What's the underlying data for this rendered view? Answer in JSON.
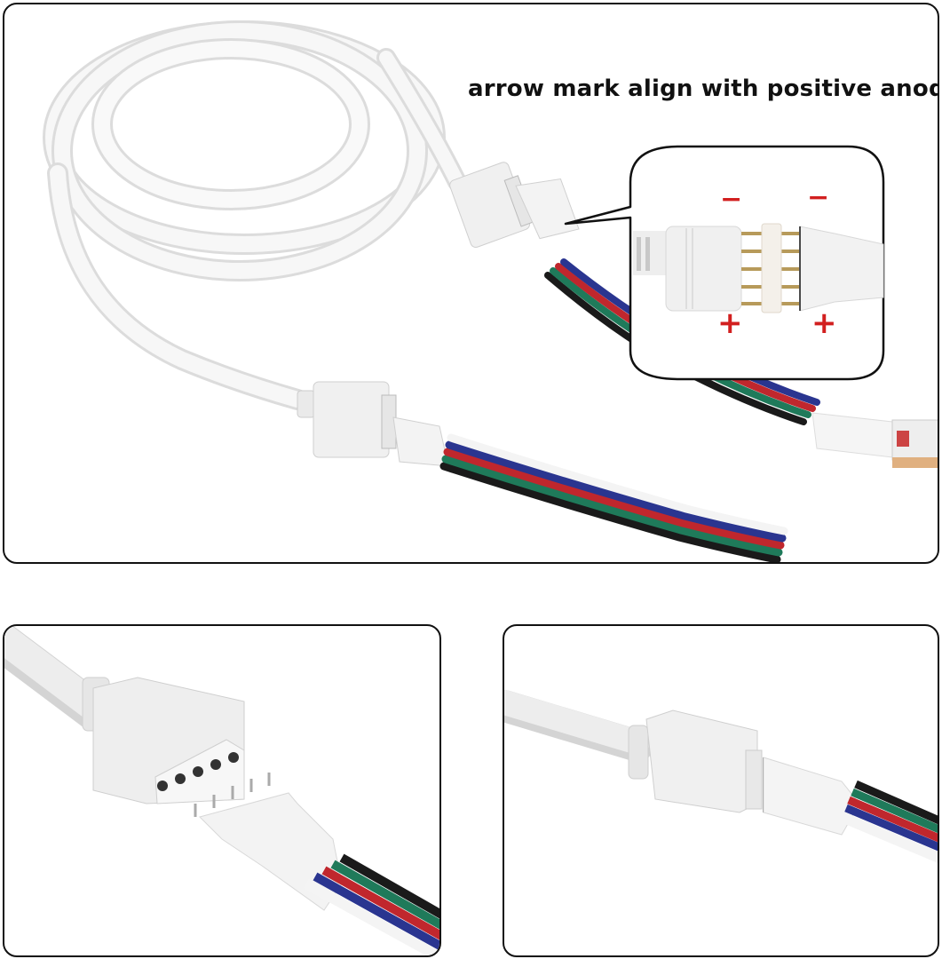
{
  "image": {
    "subject": "RGBW 5-pin LED strip connector extension cable",
    "panels": [
      {
        "id": "top",
        "description": "Coiled white extension cable with two 5-pin connectors and RGBW wires leading to LED strip"
      },
      {
        "id": "bottom-left",
        "description": "Female 5-pin connector separated from male pin connector with RGBW wires"
      },
      {
        "id": "bottom-right",
        "description": "Female 5-pin connector joined to male connector with RGBW wires"
      }
    ]
  },
  "annotation": {
    "headline": "arrow mark align with positive anode",
    "callout": {
      "minus_left": "−",
      "minus_right": "−",
      "plus_left": "+",
      "plus_right": "+"
    }
  },
  "colors": {
    "border": "#111111",
    "sign_red": "#d21f1f",
    "cable_white": "#f2f2f2",
    "wire_black": "#1a1a1a",
    "wire_green": "#1f7a5a",
    "wire_red": "#c0272d",
    "wire_blue": "#2a3590",
    "wire_white": "#f4f4f4",
    "pin_gold": "#b79a5a"
  },
  "wire_colors_order": [
    "black",
    "green",
    "red",
    "blue",
    "white"
  ],
  "pin_count": 5
}
